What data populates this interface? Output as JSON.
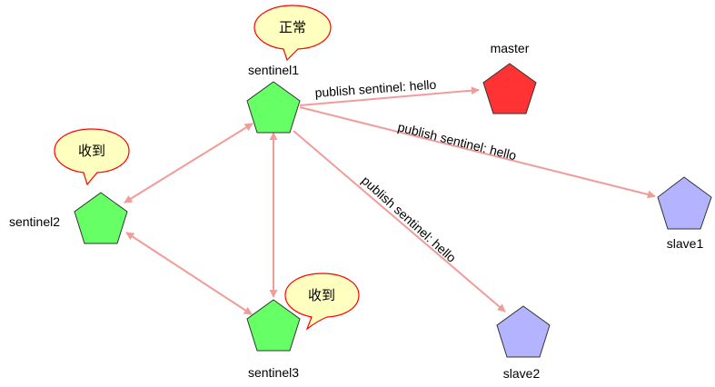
{
  "colors": {
    "sentinel_fill": "#66ff66",
    "master_fill": "#ff3333",
    "slave_fill": "#b3b3ff",
    "node_stroke": "#333333",
    "edge": "#f19c99",
    "bubble_fill": "#ffffc0",
    "bubble_stroke": "#ff0000"
  },
  "nodes": {
    "sentinel1": {
      "label": "sentinel1",
      "role": "sentinel"
    },
    "sentinel2": {
      "label": "sentinel2",
      "role": "sentinel"
    },
    "sentinel3": {
      "label": "sentinel3",
      "role": "sentinel"
    },
    "master": {
      "label": "master",
      "role": "master"
    },
    "slave1": {
      "label": "slave1",
      "role": "slave"
    },
    "slave2": {
      "label": "slave2",
      "role": "slave"
    }
  },
  "edges": {
    "to_master": {
      "from": "sentinel1",
      "to": "master",
      "label": "publish sentinel: hello"
    },
    "to_slave1": {
      "from": "sentinel1",
      "to": "slave1",
      "label": "publish sentinel: hello"
    },
    "to_slave2": {
      "from": "sentinel1",
      "to": "slave2",
      "label": "publish sentinel: hello"
    },
    "s1_s2": {
      "from": "sentinel1",
      "to": "sentinel2",
      "label": ""
    },
    "s1_s3": {
      "from": "sentinel1",
      "to": "sentinel3",
      "label": ""
    },
    "s2_s3": {
      "from": "sentinel2",
      "to": "sentinel3",
      "label": ""
    }
  },
  "callouts": {
    "sentinel1": {
      "text": "正常"
    },
    "sentinel2": {
      "text": "收到"
    },
    "sentinel3": {
      "text": "收到"
    }
  }
}
